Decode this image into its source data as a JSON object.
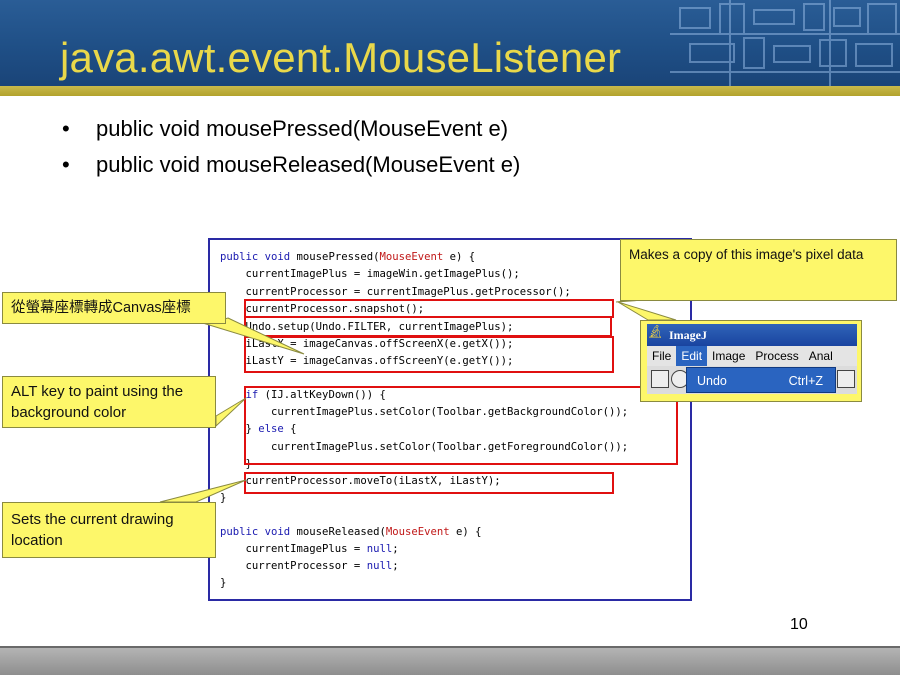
{
  "slide": {
    "title": "java.awt.event.MouseListener",
    "bullets": [
      "public void mousePressed(MouseEvent e)",
      "public void mouseReleased(MouseEvent e)"
    ],
    "bullet_glyph": "•",
    "page_number": "10"
  },
  "code": {
    "line1": {
      "kw": "public void",
      "mid": " mousePressed(",
      "ty": "MouseEvent",
      "end": " e) {"
    },
    "line2": "    currentImagePlus = imageWin.getImagePlus();",
    "line3": "    currentProcessor = currentImagePlus.getProcessor();",
    "line4": "    currentProcessor.snapshot();",
    "line5": "    Undo.setup(Undo.FILTER, currentImagePlus);",
    "line6": "    iLastX = imageCanvas.offScreenX(e.getX());",
    "line7": "    iLastY = imageCanvas.offScreenY(e.getY());",
    "line8": {
      "kw": "if",
      "rest": " (IJ.altKeyDown()) {",
      "indent": "    "
    },
    "line9": "        currentImagePlus.setColor(Toolbar.getBackgroundColor());",
    "line10": {
      "pre": "    } ",
      "kw": "else",
      "rest": " {"
    },
    "line11": "        currentImagePlus.setColor(Toolbar.getForegroundColor());",
    "line12": "    }",
    "line13": "    currentProcessor.moveTo(iLastX, iLastY);",
    "line14": "}",
    "line15": {
      "kw": "public void",
      "mid": " mouseReleased(",
      "ty": "MouseEvent",
      "end": " e) {"
    },
    "line16": {
      "pre": "    currentImagePlus = ",
      "kw": "null",
      "end": ";"
    },
    "line17": {
      "pre": "    currentProcessor = ",
      "kw": "null",
      "end": ";"
    },
    "line18": "}"
  },
  "callouts": {
    "snapshot": "Makes a copy of this image's pixel data",
    "screen_to_canvas": "從螢幕座標轉成Canvas座標",
    "alt_key": "ALT key to paint using the background color",
    "drawing_location": "Sets the current drawing location"
  },
  "imagej": {
    "title": "ImageJ",
    "menus": [
      "File",
      "Edit",
      "Image",
      "Process",
      "Anal"
    ],
    "active_menu": "Edit",
    "dropdown_item": "Undo",
    "dropdown_shortcut": "Ctrl+Z"
  },
  "colors": {
    "title": "#e9d84a",
    "header": "#1f4f86",
    "callout": "#fdf76a",
    "highlight": "#e01010",
    "code_keyword": "#1a1ab0",
    "code_type": "#c01818"
  }
}
